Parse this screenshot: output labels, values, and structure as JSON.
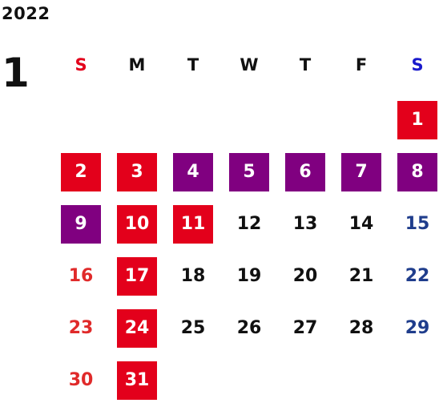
{
  "year": "2022",
  "month": "1",
  "colors": {
    "holiday": "#e3001b",
    "vacation": "#800080",
    "sunday": "#e02a2a",
    "saturday": "#1f3d8c",
    "sunday_header": "#e3001b",
    "saturday_header": "#1a1acc",
    "text": "#111111"
  },
  "weekdays": [
    {
      "label": "S",
      "kind": "sun"
    },
    {
      "label": "M",
      "kind": "day"
    },
    {
      "label": "T",
      "kind": "day"
    },
    {
      "label": "W",
      "kind": "day"
    },
    {
      "label": "T",
      "kind": "day"
    },
    {
      "label": "F",
      "kind": "day"
    },
    {
      "label": "S",
      "kind": "sat"
    }
  ],
  "days": [
    {
      "day": "1",
      "style": "holiday"
    },
    {
      "day": "2",
      "style": "holiday"
    },
    {
      "day": "3",
      "style": "holiday"
    },
    {
      "day": "4",
      "style": "vacation"
    },
    {
      "day": "5",
      "style": "vacation"
    },
    {
      "day": "6",
      "style": "vacation"
    },
    {
      "day": "7",
      "style": "vacation"
    },
    {
      "day": "8",
      "style": "vacation"
    },
    {
      "day": "9",
      "style": "vacation"
    },
    {
      "day": "10",
      "style": "holiday"
    },
    {
      "day": "11",
      "style": "holiday"
    },
    {
      "day": "12",
      "style": "normal"
    },
    {
      "day": "13",
      "style": "normal"
    },
    {
      "day": "14",
      "style": "normal"
    },
    {
      "day": "15",
      "style": "saturday"
    },
    {
      "day": "16",
      "style": "sunday"
    },
    {
      "day": "17",
      "style": "holiday"
    },
    {
      "day": "18",
      "style": "normal"
    },
    {
      "day": "19",
      "style": "normal"
    },
    {
      "day": "20",
      "style": "normal"
    },
    {
      "day": "21",
      "style": "normal"
    },
    {
      "day": "22",
      "style": "saturday"
    },
    {
      "day": "23",
      "style": "sunday"
    },
    {
      "day": "24",
      "style": "holiday"
    },
    {
      "day": "25",
      "style": "normal"
    },
    {
      "day": "26",
      "style": "normal"
    },
    {
      "day": "27",
      "style": "normal"
    },
    {
      "day": "28",
      "style": "normal"
    },
    {
      "day": "29",
      "style": "saturday"
    },
    {
      "day": "30",
      "style": "sunday"
    },
    {
      "day": "31",
      "style": "holiday"
    }
  ],
  "first_weekday_index": 6
}
